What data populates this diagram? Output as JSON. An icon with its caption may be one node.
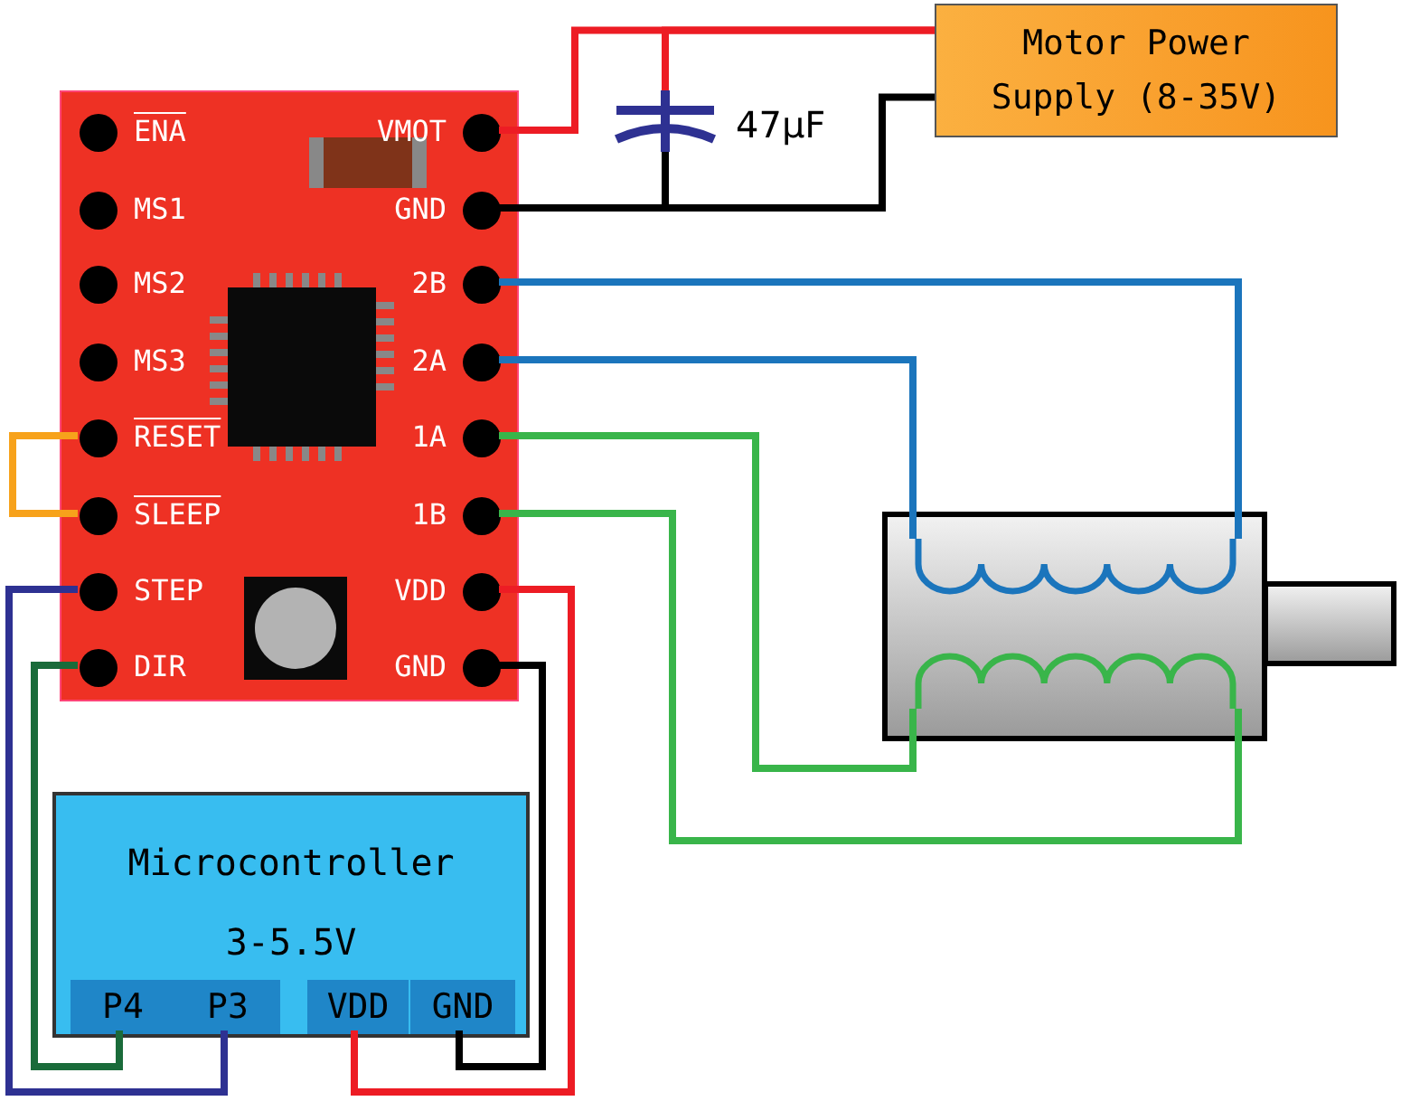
{
  "diagram": {
    "nodes": [
      {
        "text": [],
        "shape": "board"
      },
      {
        "text": [
          "ENA"
        ],
        "in": 0
      },
      {
        "text": [
          "VMOT"
        ],
        "in": 0
      },
      {
        "text": [
          "MS1"
        ],
        "in": 0
      },
      {
        "text": [
          "GND"
        ],
        "in": 0
      },
      {
        "text": [
          "MS2"
        ],
        "in": 0
      },
      {
        "text": [
          "2B"
        ],
        "in": 0
      },
      {
        "text": [
          "MS3"
        ],
        "in": 0
      },
      {
        "text": [
          "2A"
        ],
        "in": 0
      },
      {
        "text": [
          "RESET"
        ],
        "in": 0
      },
      {
        "text": [
          "1A"
        ],
        "in": 0
      },
      {
        "text": [
          "SLEEP"
        ],
        "in": 0
      },
      {
        "text": [
          "1B"
        ],
        "in": 0
      },
      {
        "text": [
          "STEP"
        ],
        "in": 0
      },
      {
        "text": [
          "VDD"
        ],
        "in": 0
      },
      {
        "text": [
          "DIR"
        ],
        "in": 0
      },
      {
        "text": [
          "GND"
        ],
        "in": 0
      },
      {
        "text": [
          "Motor Power Supply (8-35V)"
        ]
      },
      {
        "text": [],
        "shape": "capacitor",
        "beside": [
          "47μF"
        ]
      },
      {
        "text": [
          "Microcontroller",
          "3-5.5V"
        ]
      },
      {
        "text": [
          "P4"
        ],
        "in": 19
      },
      {
        "text": [
          "P3"
        ],
        "in": 19
      },
      {
        "text": [
          "VDD"
        ],
        "in": 19
      },
      {
        "text": [
          "GND"
        ],
        "in": 19
      },
      {
        "text": [],
        "shape": "motor"
      },
      {
        "text": [],
        "shape": "coil",
        "in": 24
      },
      {
        "text": [],
        "shape": "coil",
        "in": 24
      }
    ],
    "edges": [
      {
        "from": 2,
        "to": 17,
        "arrow": "none",
        "color": "#ed1c24"
      },
      {
        "from": 4,
        "to": 17,
        "arrow": "none",
        "color": "#000000"
      },
      {
        "from": 18,
        "to": 17,
        "arrow": "none",
        "color": "#ed1c24"
      },
      {
        "from": 18,
        "to": 4,
        "arrow": "none",
        "color": "#000000"
      },
      {
        "from": 9,
        "to": 11,
        "arrow": "none",
        "color": "#f7a21b"
      },
      {
        "from": 13,
        "to": 21,
        "arrow": "none",
        "color": "#2e3192"
      },
      {
        "from": 15,
        "to": 20,
        "arrow": "none",
        "color": "#1a6b3a"
      },
      {
        "from": 14,
        "to": 22,
        "arrow": "none",
        "color": "#ed1c24"
      },
      {
        "from": 16,
        "to": 23,
        "arrow": "none",
        "color": "#000000"
      },
      {
        "from": 6,
        "to": 25,
        "arrow": "none",
        "color": "#1b75bc"
      },
      {
        "from": 8,
        "to": 25,
        "arrow": "none",
        "color": "#1b75bc"
      },
      {
        "from": 10,
        "to": 26,
        "arrow": "none",
        "color": "#39b54a"
      },
      {
        "from": 12,
        "to": 26,
        "arrow": "none",
        "color": "#39b54a"
      }
    ]
  }
}
